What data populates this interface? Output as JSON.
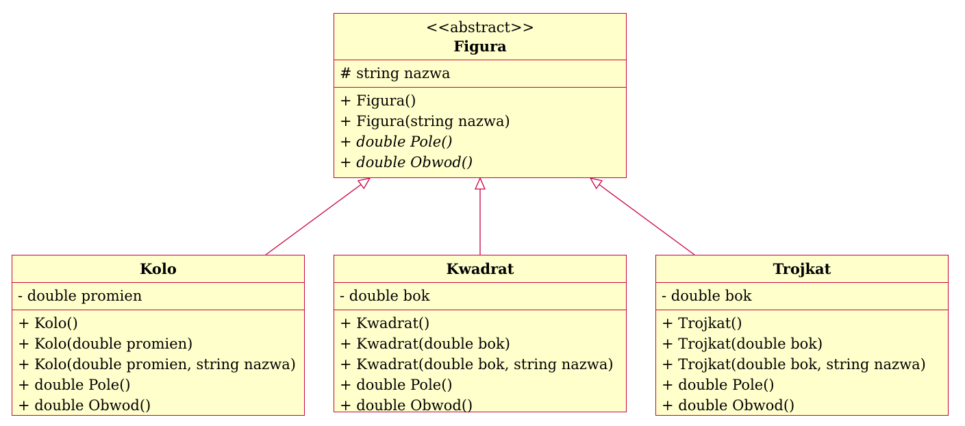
{
  "classes": [
    {
      "id": "figura",
      "stereotype": "<<abstract>>",
      "name": "Figura",
      "attributes": [
        "# string nazwa"
      ],
      "operations": [
        {
          "text": "+ Figura()",
          "abstract": false
        },
        {
          "text": "+ Figura(string nazwa)",
          "abstract": false
        },
        {
          "text": "+ double Pole()",
          "abstract": true
        },
        {
          "text": "+ double Obwod()",
          "abstract": true
        }
      ]
    },
    {
      "id": "kolo",
      "name": "Kolo",
      "attributes": [
        "- double promien"
      ],
      "operations": [
        {
          "text": "+ Kolo()",
          "abstract": false
        },
        {
          "text": "+ Kolo(double promien)",
          "abstract": false
        },
        {
          "text": "+ Kolo(double promien, string nazwa)",
          "abstract": false
        },
        {
          "text": "+ double Pole()",
          "abstract": false
        },
        {
          "text": "+ double Obwod()",
          "abstract": false
        }
      ]
    },
    {
      "id": "kwadrat",
      "name": "Kwadrat",
      "attributes": [
        "- double bok"
      ],
      "operations": [
        {
          "text": "+ Kwadrat()",
          "abstract": false
        },
        {
          "text": "+ Kwadrat(double bok)",
          "abstract": false
        },
        {
          "text": "+ Kwadrat(double bok, string nazwa)",
          "abstract": false
        },
        {
          "text": "+ double Pole()",
          "abstract": false
        },
        {
          "text": "+ double Obwod()",
          "abstract": false
        }
      ]
    },
    {
      "id": "trojkat",
      "name": "Trojkat",
      "attributes": [
        "- double bok"
      ],
      "operations": [
        {
          "text": "+ Trojkat()",
          "abstract": false
        },
        {
          "text": "+ Trojkat(double bok)",
          "abstract": false
        },
        {
          "text": "+ Trojkat(double bok, string nazwa)",
          "abstract": false
        },
        {
          "text": "+ double Pole()",
          "abstract": false
        },
        {
          "text": "+ double Obwod()",
          "abstract": false
        }
      ]
    }
  ],
  "generalizations": [
    {
      "from": "kolo",
      "to": "figura"
    },
    {
      "from": "kwadrat",
      "to": "figura"
    },
    {
      "from": "trojkat",
      "to": "figura"
    }
  ],
  "colors": {
    "border": "#c8003c",
    "fill": "#ffffcc"
  }
}
